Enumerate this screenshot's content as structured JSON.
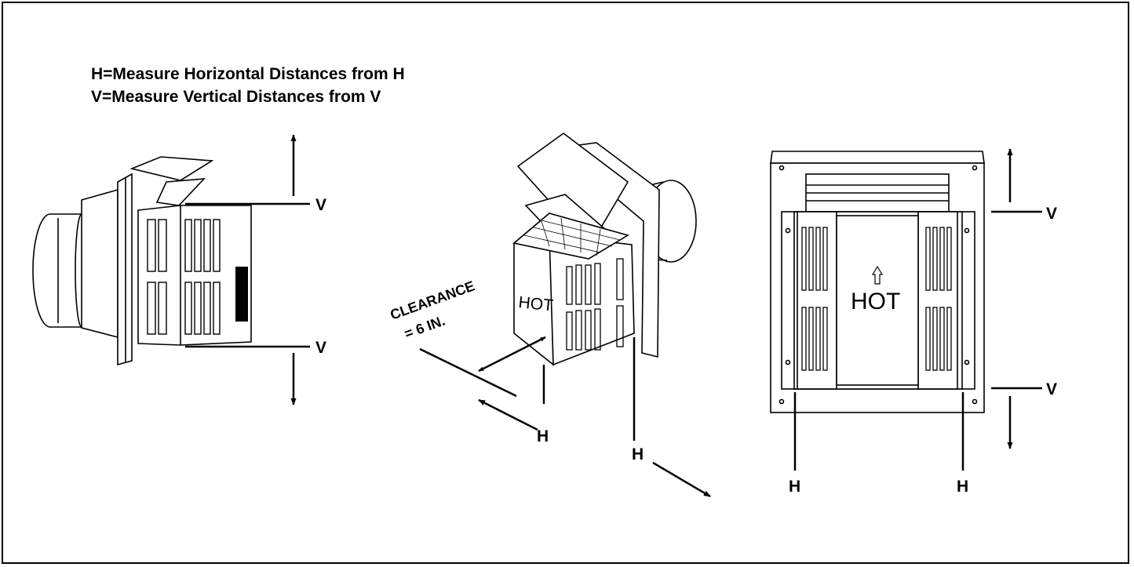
{
  "legend": {
    "line1": "H=Measure Horizontal Distances from H",
    "line2": "V=Measure Vertical Distances from V"
  },
  "labels": {
    "v": "V",
    "h": "H",
    "hot": "HOT",
    "clearance_line1": "CLEARANCE",
    "clearance_line2": "= 6 IN."
  }
}
